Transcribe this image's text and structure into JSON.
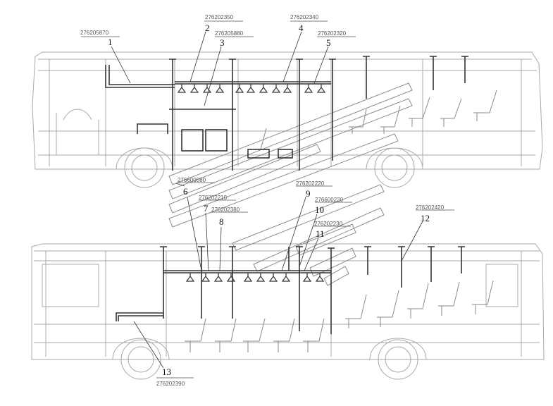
{
  "callouts": [
    {
      "number": "1",
      "code": "276205870"
    },
    {
      "number": "2",
      "code": "276202350"
    },
    {
      "number": "3",
      "code": "276205880"
    },
    {
      "number": "4",
      "code": "276202340"
    },
    {
      "number": "5",
      "code": "276202320"
    },
    {
      "number": "6",
      "code": "276600080"
    },
    {
      "number": "7",
      "code": "276202210"
    },
    {
      "number": "8",
      "code": "276202380"
    },
    {
      "number": "9",
      "code": "276202220"
    },
    {
      "number": "10",
      "code": "276600220"
    },
    {
      "number": "11",
      "code": "276202230"
    },
    {
      "number": "12",
      "code": "276202420"
    },
    {
      "number": "13",
      "code": "276202390"
    }
  ],
  "colors": {
    "outline": "#9a9a9a",
    "part": "#333333",
    "background": "#ffffff"
  }
}
